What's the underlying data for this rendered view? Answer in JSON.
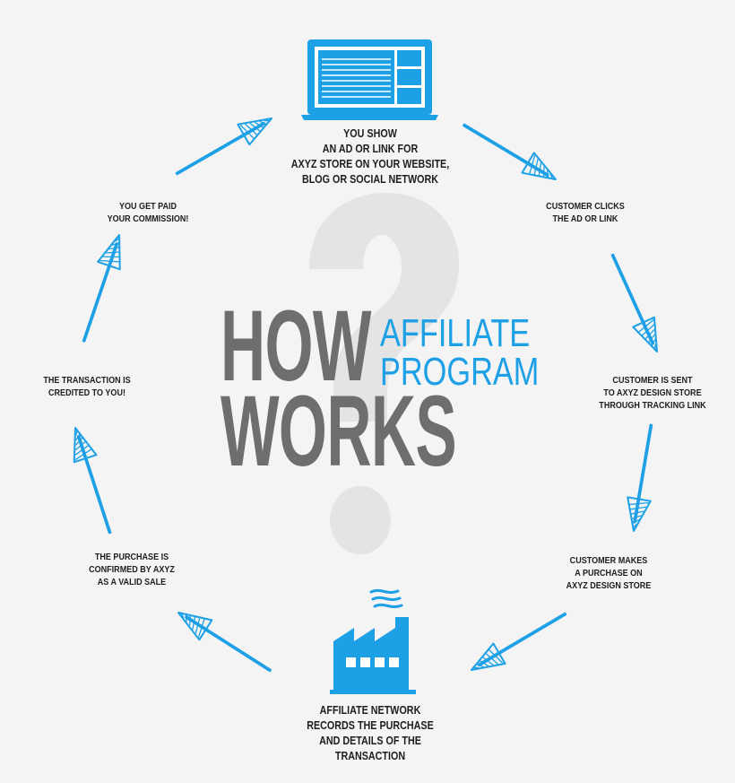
{
  "title": {
    "how": "HOW",
    "works": "WORKS",
    "affiliate": "AFFILIATE",
    "program": "PROGRAM"
  },
  "steps": {
    "show": [
      "YOU SHOW",
      "AN AD OR LINK FOR",
      "AXYZ STORE ON YOUR WEBSITE,",
      "BLOG OR SOCIAL NETWORK"
    ],
    "clicks": [
      "CUSTOMER CLICKS",
      "THE AD OR LINK"
    ],
    "sent": [
      "CUSTOMER IS SENT",
      "TO AXYZ DESIGN STORE",
      "THROUGH TRACKING LINK"
    ],
    "purchase": [
      "CUSTOMER MAKES",
      "A PURCHASE ON",
      "AXYZ DESIGN STORE"
    ],
    "network": [
      "AFFILIATE NETWORK",
      "RECORDS THE PURCHASE",
      "AND DETAILS OF THE",
      "TRANSACTION"
    ],
    "confirmed": [
      "THE PURCHASE IS",
      "CONFIRMED BY AXYZ",
      "AS A VALID SALE"
    ],
    "credited": [
      "THE TRANSACTION IS",
      "CREDITED TO YOU!"
    ],
    "paid": [
      "YOU GET PAID",
      "YOUR COMMISSION!"
    ]
  },
  "icons": {
    "top": "laptop-icon",
    "bottom": "factory-icon",
    "background": "question-mark-icon"
  },
  "colors": {
    "accent": "#1ea0e6",
    "title_gray": "#6e6e6e",
    "question_gray": "#e4e4e4",
    "text": "#1e1e1e",
    "background": "#f4f4f4"
  }
}
